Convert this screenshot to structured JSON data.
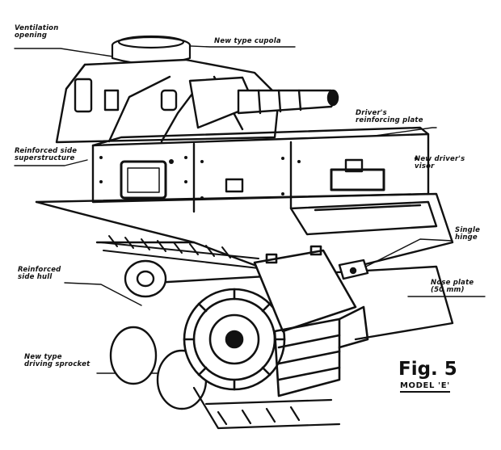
{
  "labels": {
    "ventilation_1": "Ventilation",
    "ventilation_2": "opening",
    "cupola": "New type cupola",
    "driver_plate_1": "Driver's",
    "driver_plate_2": "reinforcing plate",
    "superstructure_1": "Reinforced side",
    "superstructure_2": "superstructure",
    "visor_1": "New driver's",
    "visor_2": "visor",
    "hinge_1": "Single",
    "hinge_2": "hinge",
    "hull_1": "Reinforced",
    "hull_2": "side hull",
    "nose_1": "Nose plate",
    "nose_2": "(50 mm)",
    "sprocket_1": "New type",
    "sprocket_2": "driving sprocket"
  },
  "figure": {
    "number": "Fig. 5",
    "model": "MODEL 'E'"
  },
  "colors": {
    "ink": "#111111",
    "paper": "#ffffff"
  }
}
